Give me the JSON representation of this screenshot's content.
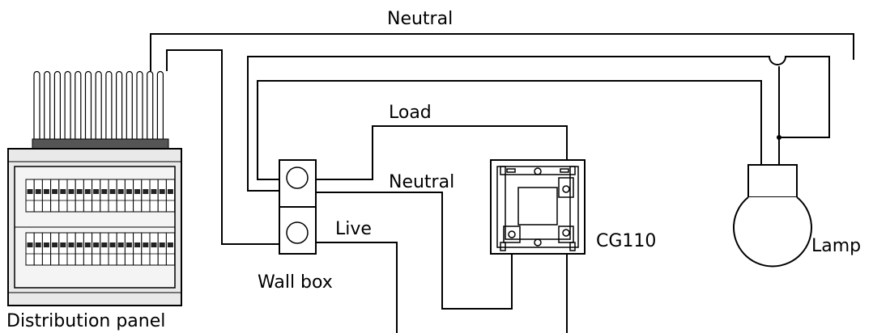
{
  "diagram": {
    "labels": {
      "neutral_top": "Neutral",
      "load": "Load",
      "neutral_mid": "Neutral",
      "live": "Live",
      "cg110": "CG110",
      "lamp": "Lamp",
      "wall_box": "Wall box",
      "distribution_panel": "Distribution panel"
    },
    "colors": {
      "line": "#000000",
      "background": "#ffffff",
      "panel_fill": "#e6e6e6",
      "panel_dark": "#555555"
    }
  }
}
